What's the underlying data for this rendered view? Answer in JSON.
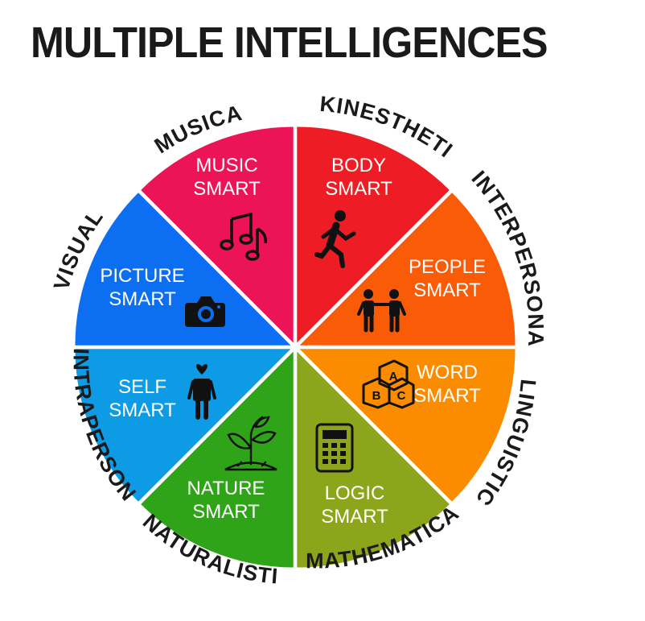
{
  "title": "MULTIPLE INTELLIGENCES",
  "colors": {
    "music": "#ec1357",
    "body": "#ee1c25",
    "people": "#f95b06",
    "word": "#fb8c00",
    "logic": "#8da51a",
    "nature": "#2fa418",
    "self": "#0d9be6",
    "picture": "#0c6ef0"
  },
  "segments": [
    {
      "key": "music",
      "line1": "MUSIC",
      "line2": "SMART",
      "outer": "MUSICAL",
      "icon": "music-notes-icon"
    },
    {
      "key": "body",
      "line1": "BODY",
      "line2": "SMART",
      "outer": "KINESTHETIC",
      "icon": "running-person-icon"
    },
    {
      "key": "people",
      "line1": "PEOPLE",
      "line2": "SMART",
      "outer": "INTERPERSONAL",
      "icon": "two-people-icon"
    },
    {
      "key": "word",
      "line1": "WORD",
      "line2": "SMART",
      "outer": "LINGUISTIC",
      "icon": "abc-blocks-icon"
    },
    {
      "key": "logic",
      "line1": "LOGIC",
      "line2": "SMART",
      "outer": "MATHEMATICAL",
      "icon": "calculator-icon"
    },
    {
      "key": "nature",
      "line1": "NATURE",
      "line2": "SMART",
      "outer": "NATURALISTIC",
      "icon": "sprout-icon"
    },
    {
      "key": "self",
      "line1": "SELF",
      "line2": "SMART",
      "outer": "INTRAPERSONAL",
      "icon": "person-heart-icon"
    },
    {
      "key": "picture",
      "line1": "PICTURE",
      "line2": "SMART",
      "outer": "VISUAL",
      "icon": "camera-icon"
    }
  ],
  "blocks": [
    "A",
    "B",
    "C"
  ]
}
